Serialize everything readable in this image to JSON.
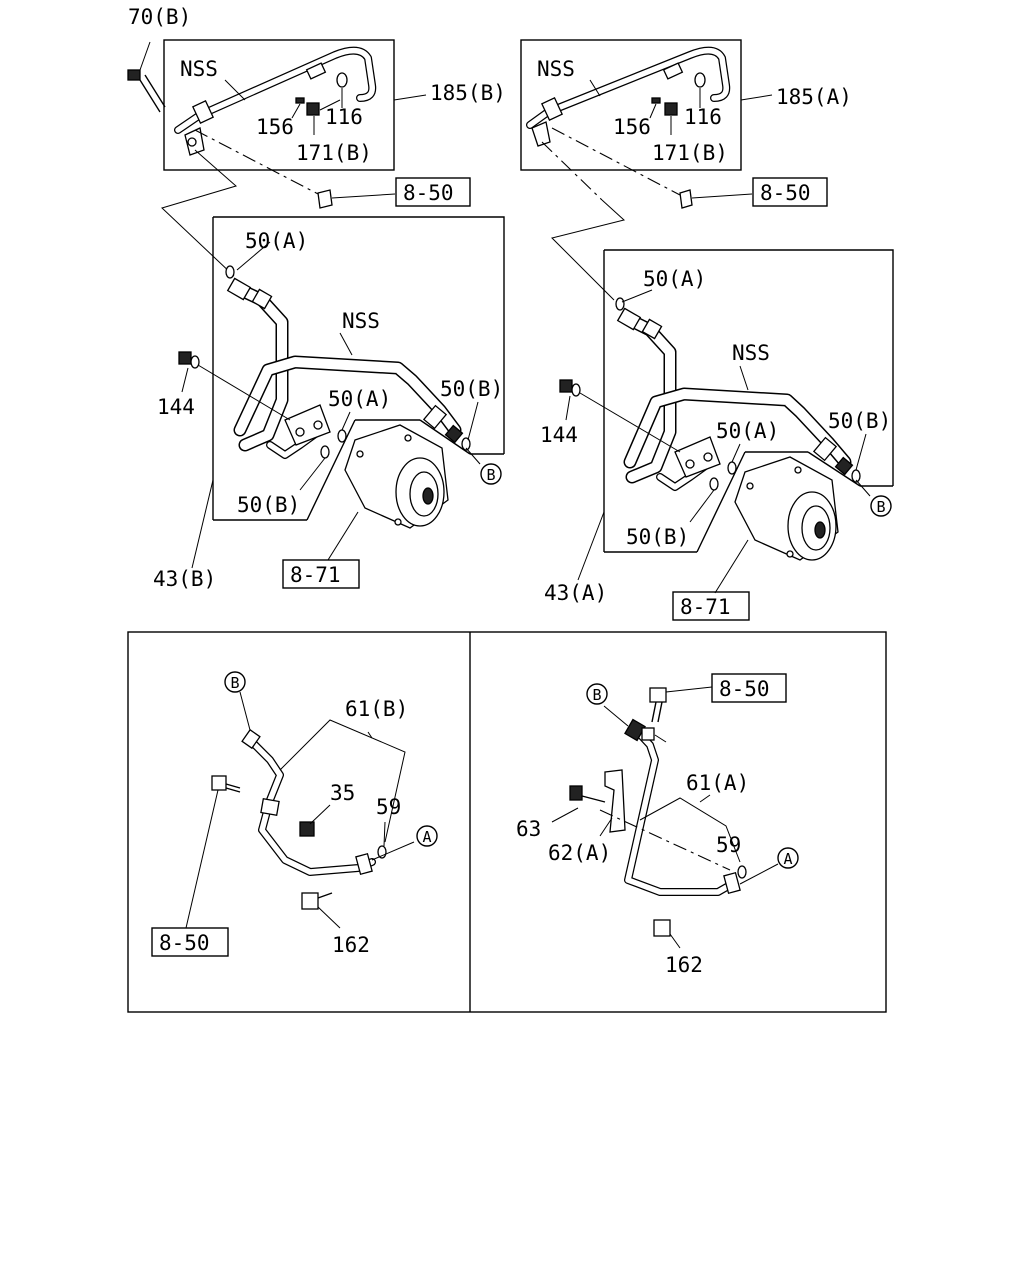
{
  "labels": {
    "l70b": "70(B)",
    "lnss1": "NSS",
    "l185b": "185(B)",
    "l116a": "116",
    "l156a": "156",
    "l171a": "171(B)",
    "l850a": "8-50",
    "l50a1": "50(A)",
    "lnss2": "NSS",
    "l144a": "144",
    "l50a2": "50(A)",
    "l50b1": "50(B)",
    "l50b2": "50(B)",
    "l43b": "43(B)",
    "l871a": "8-71",
    "lnss3": "NSS",
    "l185a": "185(A)",
    "l116b": "116",
    "l156b": "156",
    "l171b": "171(B)",
    "l850b": "8-50",
    "l50a3": "50(A)",
    "lnss4": "NSS",
    "l144b": "144",
    "l50a4": "50(A)",
    "l50b3": "50(B)",
    "l50b4": "50(B)",
    "l43a": "43(A)",
    "l871b": "8-71",
    "l61b": "61(B)",
    "l35": "35",
    "l59a": "59",
    "l850c": "8-50",
    "l162a": "162",
    "l850d": "8-50",
    "l61a": "61(A)",
    "l63": "63",
    "l62a": "62(A)",
    "l59b": "59",
    "l162b": "162"
  },
  "circles": {
    "b1": "B",
    "b2": "B",
    "b3": "B",
    "b4": "B",
    "a1": "A",
    "a2": "A"
  }
}
